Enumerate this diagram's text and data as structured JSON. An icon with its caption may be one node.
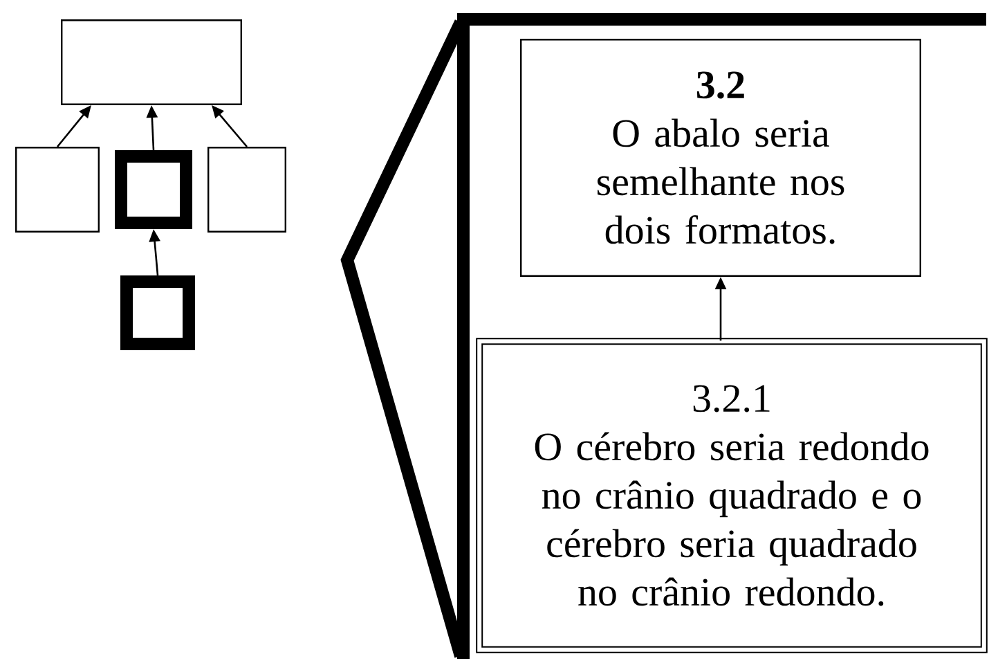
{
  "diagram": {
    "nodes": [
      {
        "text": [],
        "shape": "box"
      },
      {
        "text": [],
        "shape": "box"
      },
      {
        "text": [],
        "shape": "box"
      },
      {
        "text": [],
        "shape": "box"
      },
      {
        "text": [],
        "shape": "box"
      },
      {
        "text": [],
        "shape": "box"
      },
      {
        "text": [
          "3.2",
          "O abalo seria semelhante nos dois formatos."
        ],
        "in": 5
      },
      {
        "text": [
          "3.2.1",
          "O cérebro seria redondo no crânio quadrado e o cérebro seria quadrado no crânio redondo."
        ],
        "in": 5
      }
    ],
    "edges": [
      {
        "from": 1,
        "to": 0,
        "arrow": "to"
      },
      {
        "from": 2,
        "to": 0,
        "arrow": "to"
      },
      {
        "from": 3,
        "to": 0,
        "arrow": "to"
      },
      {
        "from": 4,
        "to": 2,
        "arrow": "to"
      },
      {
        "from": 7,
        "to": 6,
        "arrow": "to"
      }
    ]
  }
}
